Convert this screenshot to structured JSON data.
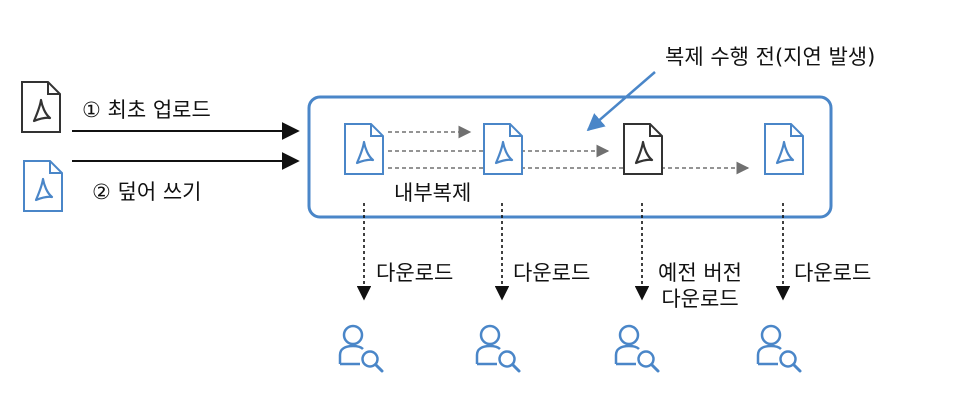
{
  "colors": {
    "blue": "#4a86c8",
    "dark": "#333333",
    "gray_arrow": "#707070",
    "text": "#111111"
  },
  "icons": {
    "file": "pdf-file-icon",
    "user": "user-search-icon"
  },
  "uploads": [
    {
      "label": "① 최초 업로드",
      "color": "dark"
    },
    {
      "label": "② 덮어 쓰기",
      "color": "blue"
    }
  ],
  "callout": {
    "label": "복제 수행 전(지연 발생)"
  },
  "replication_box": {
    "label": "내부복제"
  },
  "downloads": [
    {
      "label": "다운로드"
    },
    {
      "label": "다운로드"
    },
    {
      "label": "예전 버전\n다운로드"
    },
    {
      "label": "다운로드"
    }
  ]
}
